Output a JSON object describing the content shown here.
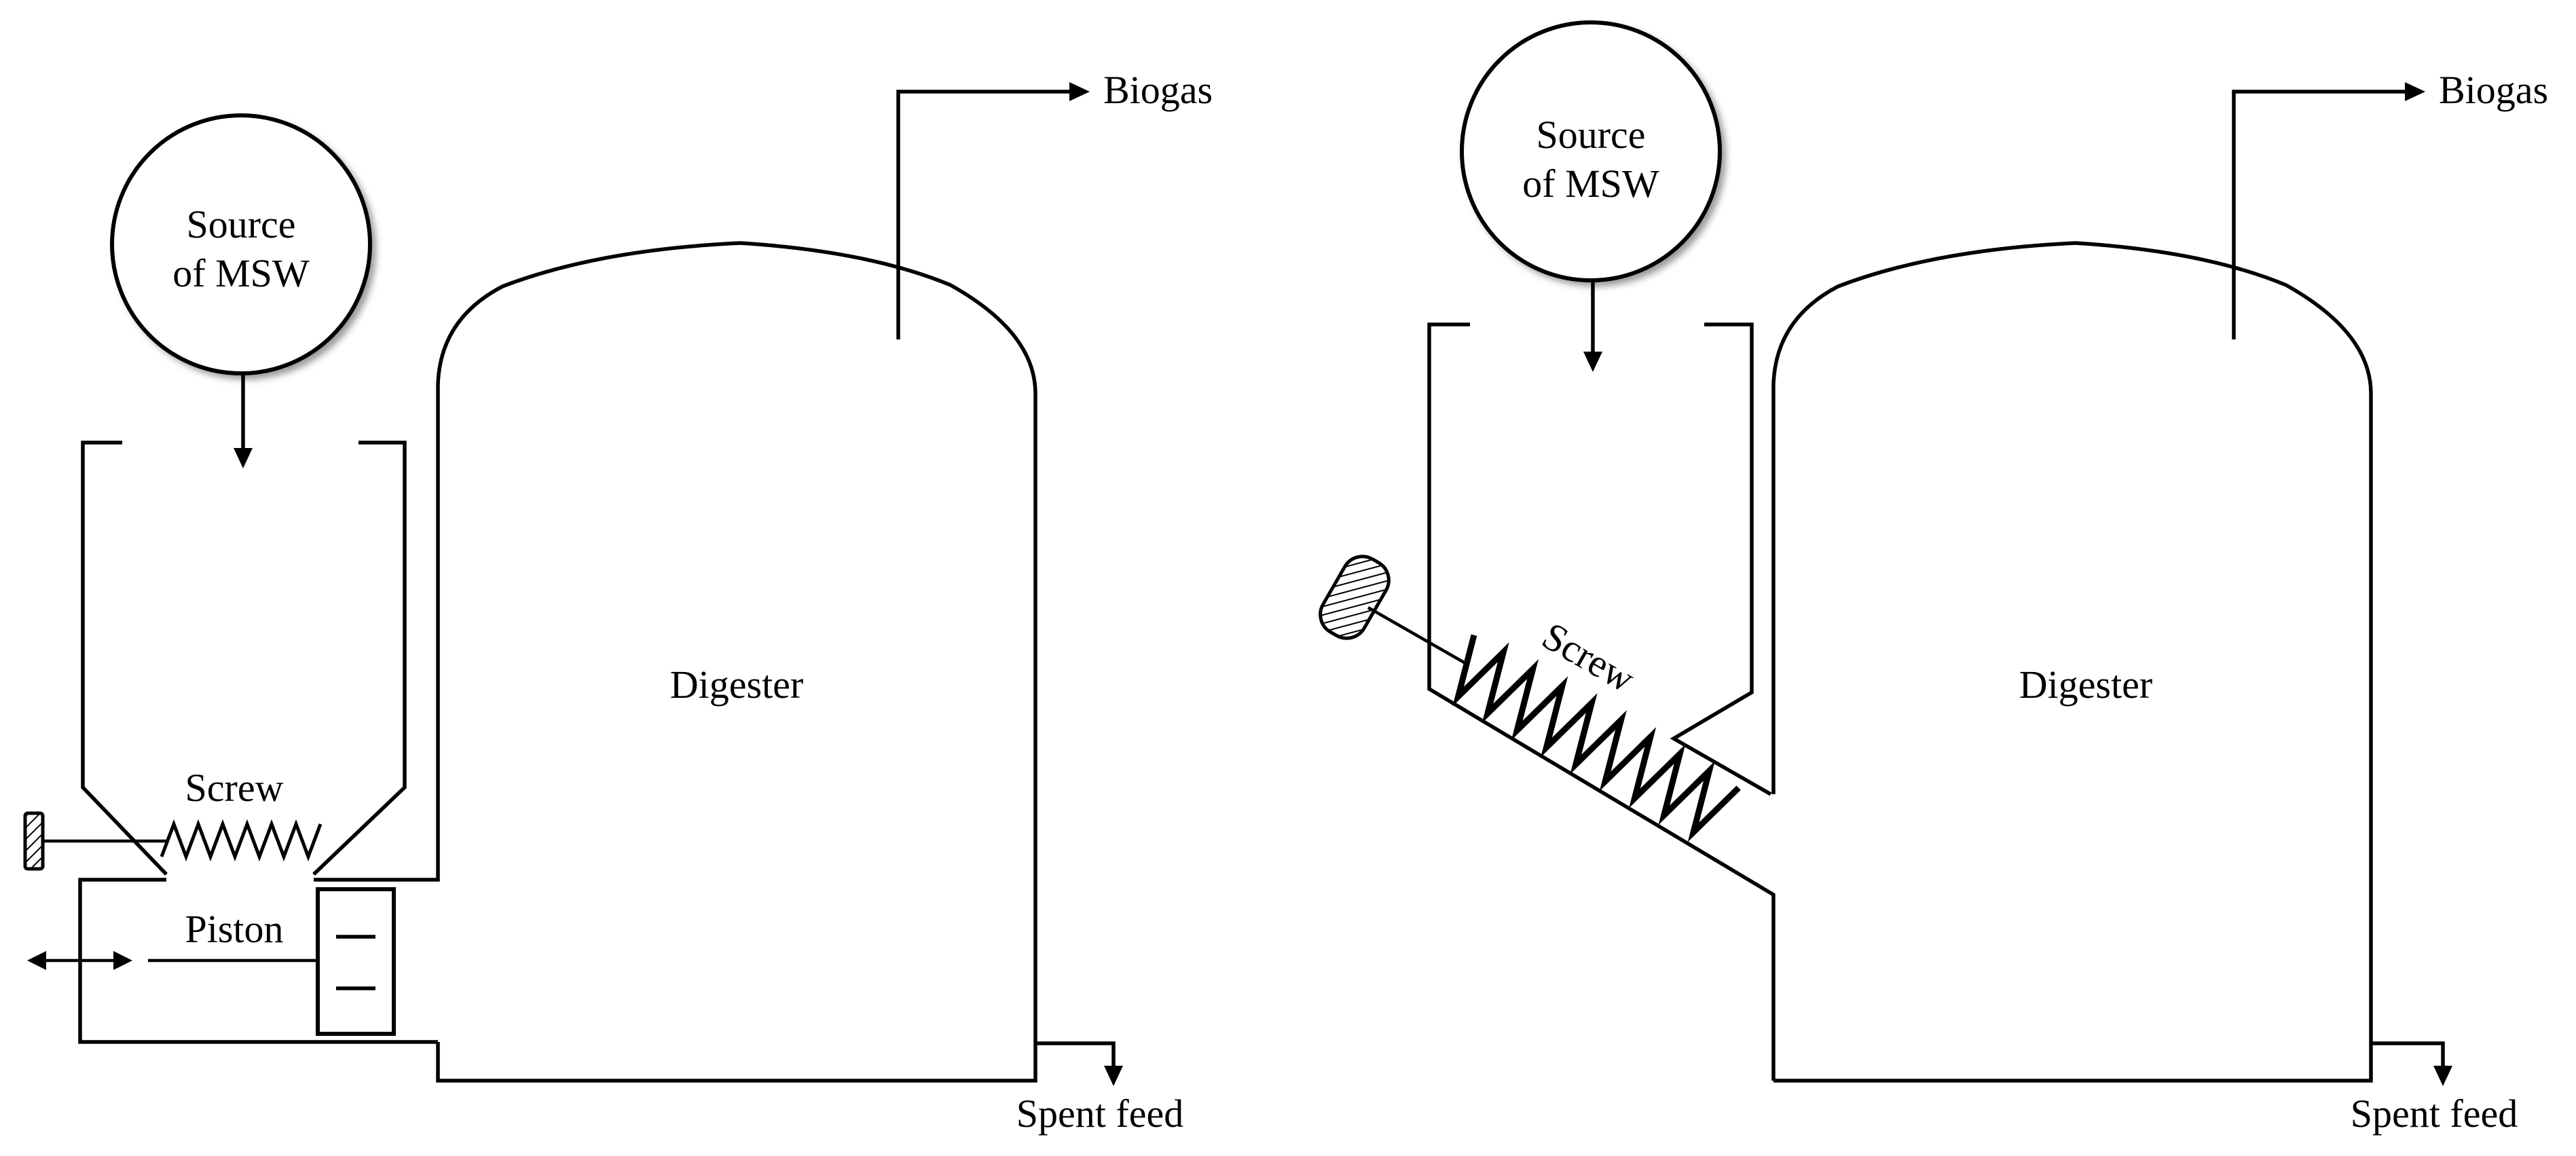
{
  "figure": {
    "left_panel": {
      "source_label_line1": "Source",
      "source_label_line2": "of MSW",
      "biogas_label": "Biogas",
      "digester_label": "Digester",
      "screw_label": "Screw",
      "piston_label": "Piston",
      "spent_feed_label": "Spent feed"
    },
    "right_panel": {
      "source_label_line1": "Source",
      "source_label_line2": "of MSW",
      "biogas_label": "Biogas",
      "digester_label": "Digester",
      "screw_label": "Screw",
      "spent_feed_label": "Spent feed"
    }
  }
}
